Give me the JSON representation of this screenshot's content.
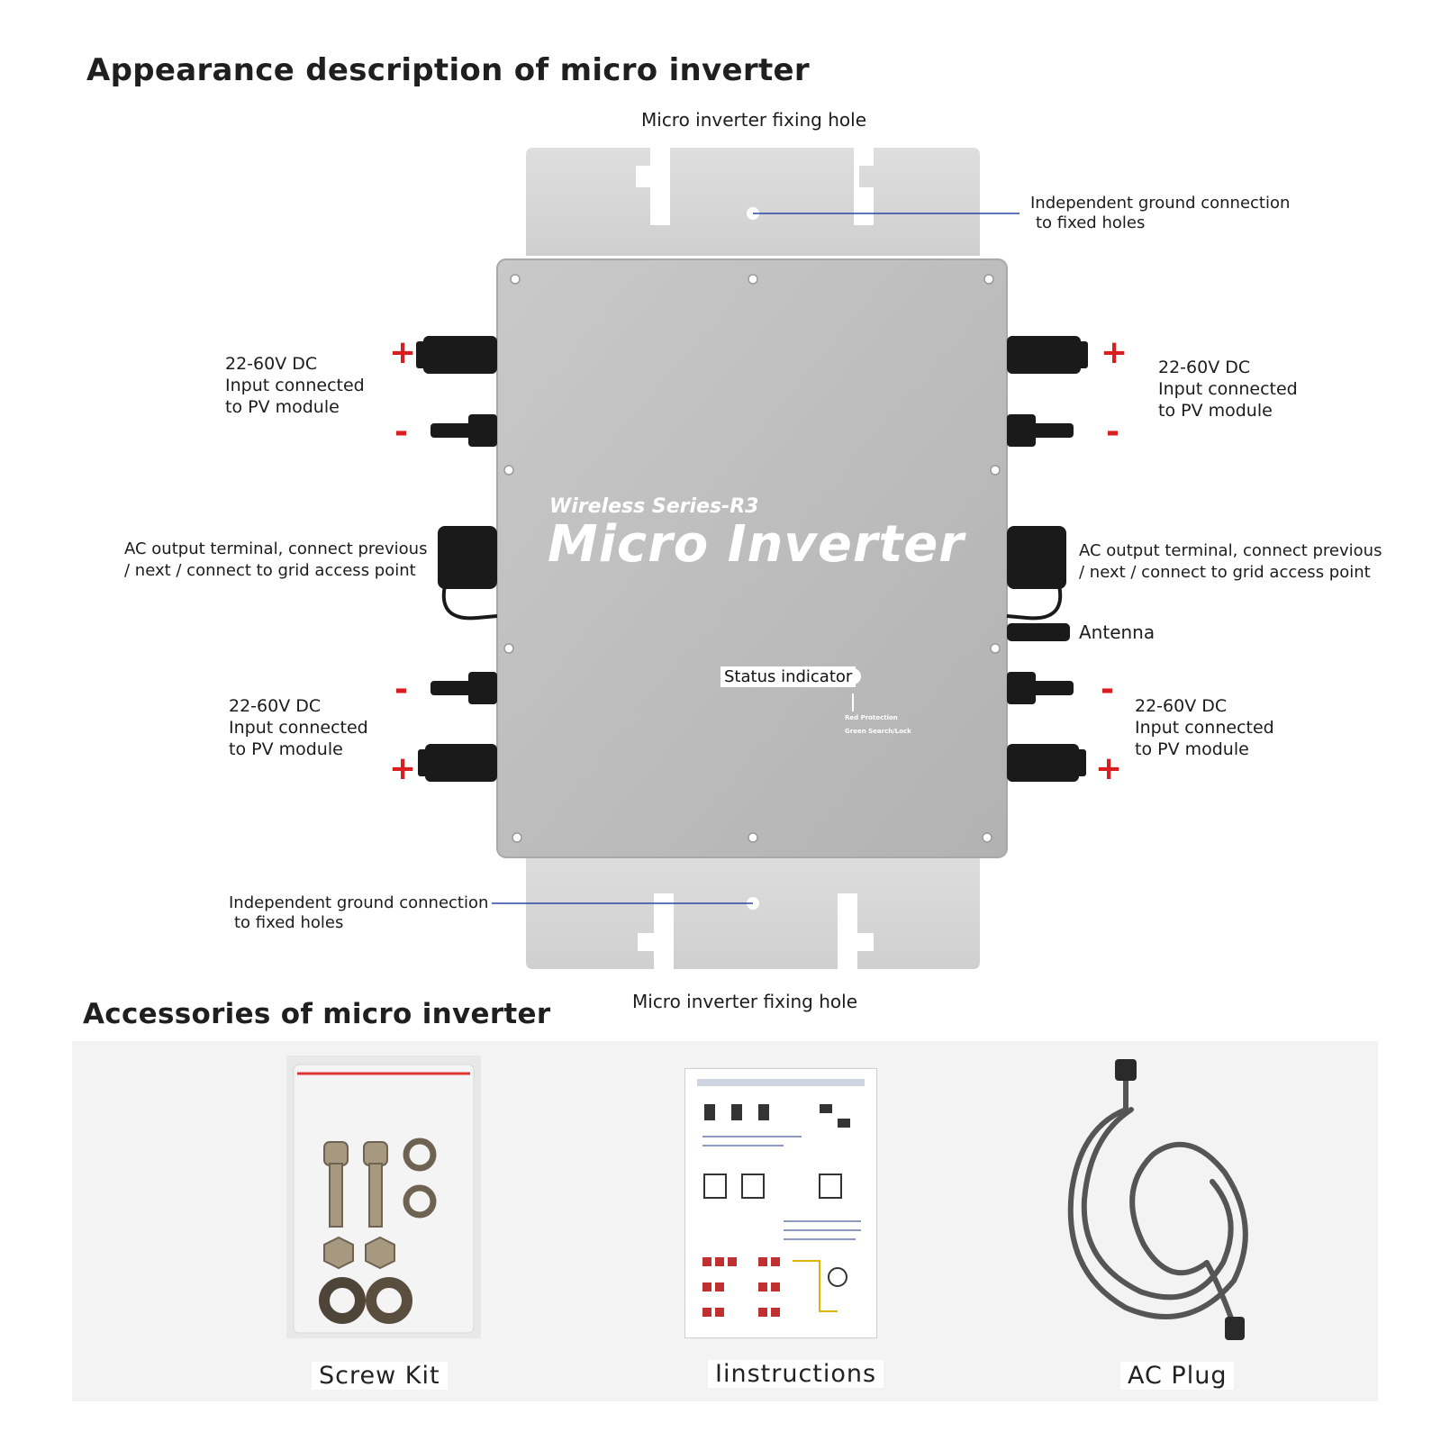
{
  "appearance": {
    "heading": "Appearance description of micro inverter",
    "fixing_hole_top": "Micro inverter fixing hole",
    "fixing_hole_bottom": "Micro inverter fixing hole",
    "ground_top": [
      "Independent ground connection",
      "to fixed holes"
    ],
    "ground_bottom": [
      "Independent ground connection",
      "to fixed holes"
    ],
    "dc_input": [
      "22-60V DC",
      "Input connected",
      "to PV module"
    ],
    "ac_output": [
      "AC output terminal, connect previous",
      "/ next / connect to grid access point"
    ],
    "antenna": "Antenna",
    "status_indicator": "Status indicator",
    "led_notes": [
      "Red Protection",
      "Green Search/Lock"
    ],
    "plus": "+",
    "minus": "-"
  },
  "device": {
    "series": "Wireless Series-R3",
    "name": "Micro Inverter"
  },
  "accessories": {
    "heading": "Accessories of micro inverter",
    "items": [
      "Screw Kit",
      "Iinstructions",
      "AC Plug"
    ]
  },
  "colors": {
    "plate": "#d6d6d6",
    "body": "#bcbcbc",
    "connector": "#1a1a1a",
    "leader_line": "#2c45a8",
    "sign_red": "#d81e1e"
  }
}
